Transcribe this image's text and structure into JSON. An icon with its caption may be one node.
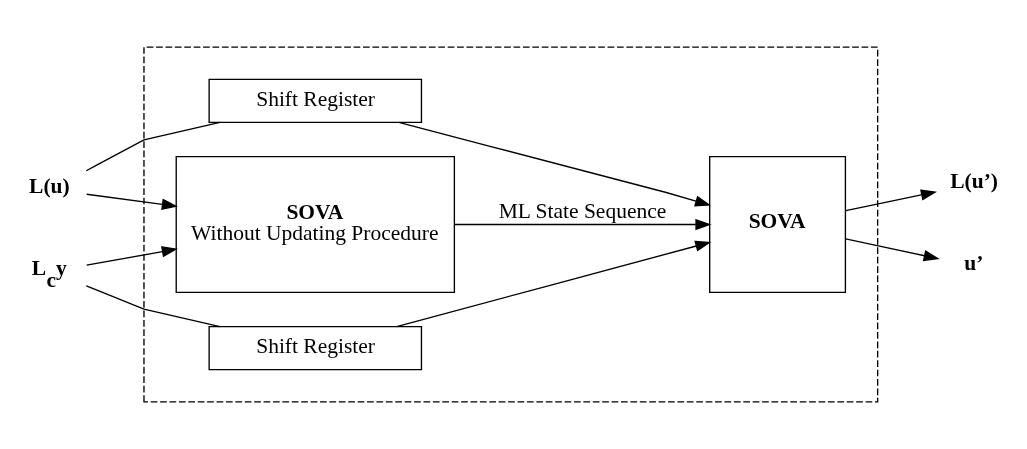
{
  "diagram": {
    "nodes": [
      {
        "text": [],
        "shape": "box"
      },
      {
        "text": [
          "L(u)"
        ]
      },
      {
        "text": [
          "L$_{c}$y"
        ]
      },
      {
        "text": [
          "Shift Register"
        ],
        "in": 0
      },
      {
        "text": [
          "SOVA",
          "Without Updating Procedure"
        ],
        "in": 0
      },
      {
        "text": [
          "Shift Register"
        ],
        "in": 0
      },
      {
        "text": [
          "SOVA"
        ],
        "in": 0
      },
      {
        "text": [
          "L(u’)"
        ]
      },
      {
        "text": [
          "u’"
        ]
      }
    ],
    "edges": [
      {
        "from": 1,
        "to": 3,
        "arrow": "none"
      },
      {
        "from": 1,
        "to": 4,
        "arrow": "to"
      },
      {
        "from": 2,
        "to": 4,
        "arrow": "to"
      },
      {
        "from": 2,
        "to": 5,
        "arrow": "none"
      },
      {
        "from": 3,
        "to": 6,
        "arrow": "to"
      },
      {
        "from": 4,
        "to": 6,
        "arrow": "to",
        "label": "ML State Sequence"
      },
      {
        "from": 5,
        "to": 6,
        "arrow": "to"
      },
      {
        "from": 6,
        "to": 7,
        "arrow": "to"
      },
      {
        "from": 6,
        "to": 8,
        "arrow": "to"
      }
    ]
  }
}
